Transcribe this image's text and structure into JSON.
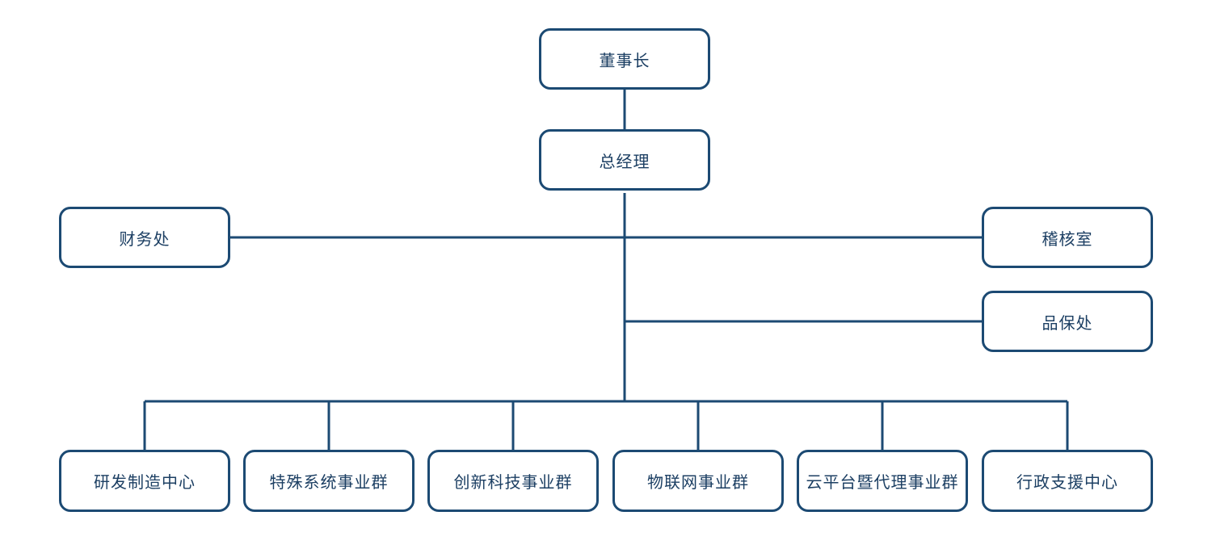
{
  "colors": {
    "line": "#1c4a73",
    "text": "#1c3f63",
    "background": "#ffffff"
  },
  "org": {
    "chairman": "董事长",
    "general_manager": "总经理",
    "finance": "财务处",
    "audit": "稽核室",
    "quality": "品保处",
    "divisions": [
      "研发制造中心",
      "特殊系统事业群",
      "创新科技事业群",
      "物联网事业群",
      "云平台暨代理事业群",
      "行政支援中心"
    ]
  }
}
